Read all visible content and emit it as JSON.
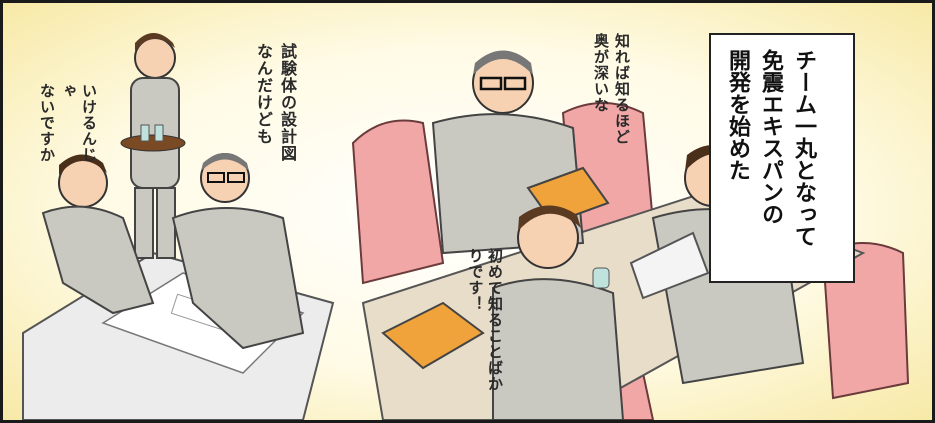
{
  "caption": {
    "lines": [
      "チーム一丸となって",
      "免震エキスパンの",
      "開発を始めた"
    ]
  },
  "speech": {
    "left_worker": [
      "いけるんじゃ",
      "ないですか"
    ],
    "left_boss": [
      "試験体の設計図",
      "なんだけども"
    ],
    "right_boss": [
      "知れば知るほど",
      "奥が深いな"
    ],
    "right_worker": [
      "初めて知ることばかりです！"
    ]
  },
  "colors": {
    "uniform": "#c9c9c2",
    "chair": "#f2a7a7",
    "table": "#e7ddc9",
    "book": "#f0a23b",
    "background_glow": "#f7e9a6"
  }
}
